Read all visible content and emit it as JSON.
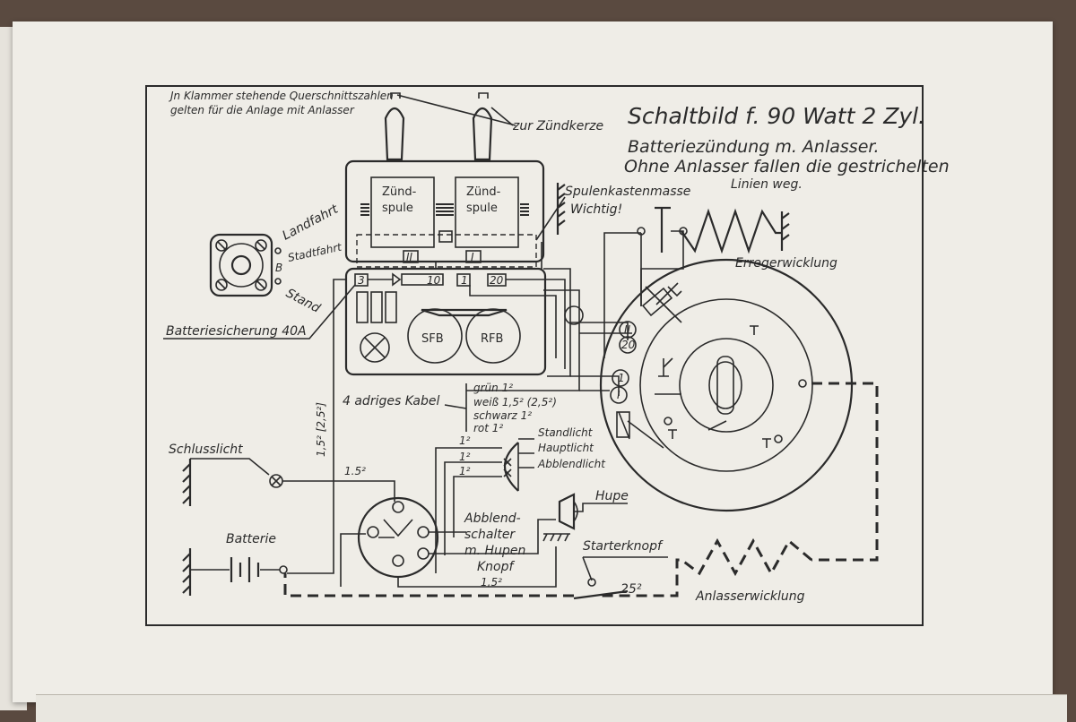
{
  "diagram": {
    "title": "Schaltbild f. 90 Watt 2 Zyl.",
    "subtitle_1": "Batteriezündung m. Anlasser.",
    "subtitle_2": "Ohne Anlasser fallen die gestrichelten",
    "subtitle_3": "Linien weg.",
    "note_1": "Jn Klammer stehende Querschnittszahlen",
    "note_2": "gelten für die Anlage mit Anlasser",
    "spark_plug": "zur Zündkerze",
    "coil_left_1": "Zünd-",
    "coil_left_2": "spule",
    "coil_right_1": "Zünd-",
    "coil_right_2": "spule",
    "coil_ground_1": "Spulenkastenmasse",
    "coil_ground_2": "Wichtig!",
    "switch_landfahrt": "Landfahrt",
    "switch_stadtfahrt": "Stadtfahrt",
    "switch_stand": "Stand",
    "switch_b": "B",
    "fuse": "Batteriesicherung 40A",
    "term_3": "3",
    "term_10": "10",
    "term_1": "1",
    "term_20": "20",
    "term_II": "II",
    "term_I": "I",
    "sfb": "SFB",
    "rfb": "RFB",
    "exciter": "Erregerwicklung",
    "gen_II": "II",
    "gen_20": "20",
    "gen_1": "1",
    "gen_I": "I",
    "cable_label": "4 adriges Kabel",
    "cable_green": "grün 1²",
    "cable_white": "weiß 1,5² (2,5²)",
    "cable_black": "schwarz 1²",
    "cable_red": "rot 1²",
    "standlicht": "Standlicht",
    "hauptlicht": "Hauptlicht",
    "abblendlicht": "Abblendlicht",
    "wire_1a": "1²",
    "wire_1b": "1²",
    "wire_1c": "1²",
    "schlusslicht": "Schlusslicht",
    "wire_15": "1.5²",
    "vertical_wire": "1,5² [2,5²]",
    "batterie": "Batterie",
    "dimmer_1": "Abblend-",
    "dimmer_2": "schalter",
    "dimmer_3": "m. Hupen",
    "dimmer_4": "Knopf",
    "dimmer_5": "1,5²",
    "hupe": "Hupe",
    "starterknopf": "Starterknopf",
    "wire_25": "25²",
    "starter_winding": "Anlasserwicklung"
  }
}
